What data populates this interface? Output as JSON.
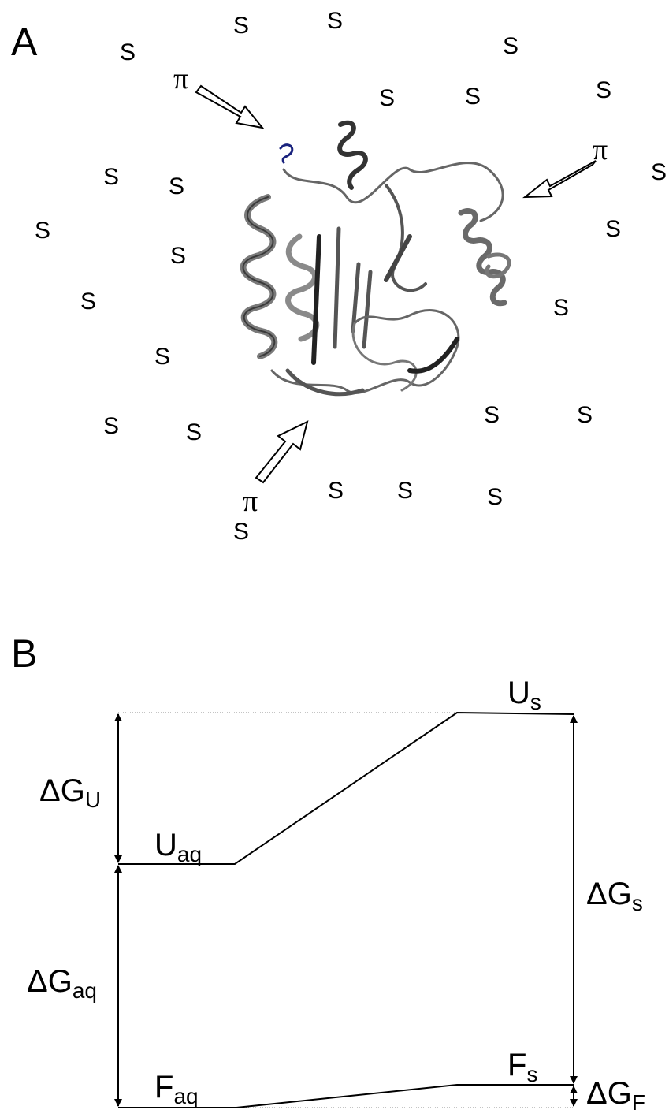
{
  "panel_a": {
    "label": "A",
    "solvent_symbol": "S",
    "pressure_symbol": "π",
    "colors": {
      "ribbon": "#7a7a7a",
      "ribbon_dark": "#2f2f2f",
      "accent": "#1a237e"
    }
  },
  "panel_b": {
    "label": "B",
    "states": {
      "u_s": {
        "main": "U",
        "sub": "s"
      },
      "u_aq": {
        "main": "U",
        "sub": "aq"
      },
      "f_s": {
        "main": "F",
        "sub": "s"
      },
      "f_aq": {
        "main": "F",
        "sub": "aq"
      }
    },
    "energies": {
      "dg_u": {
        "main": "ΔG",
        "sub": "U"
      },
      "dg_aq": {
        "main": "ΔG",
        "sub": "aq"
      },
      "dg_s": {
        "main": "ΔG",
        "sub": "s"
      },
      "dg_f": {
        "main": "ΔG",
        "sub": "F"
      }
    }
  }
}
